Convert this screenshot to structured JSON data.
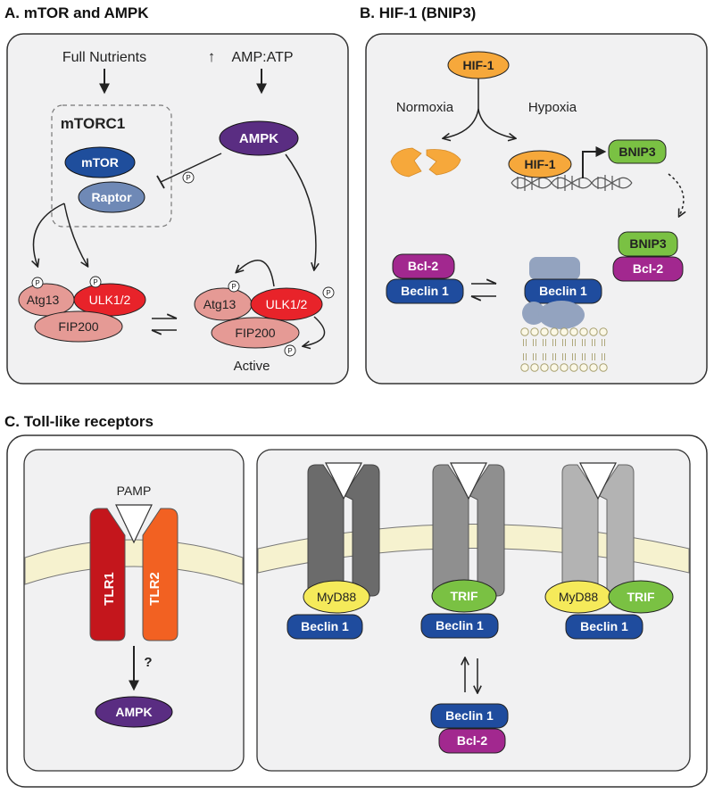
{
  "panel_a": {
    "title": "A. mTOR and AMPK",
    "full_nutrients": "Full Nutrients",
    "amp_atp": "AMP:ATP",
    "up_arrow": "↑",
    "mtorc1": "mTORC1",
    "mtor": "mTOR",
    "raptor": "Raptor",
    "ampk": "AMPK",
    "atg13": "Atg13",
    "ulk": "ULK1/2",
    "fip200": "FIP200",
    "active": "Active",
    "phospho": "P"
  },
  "panel_b": {
    "title": "B. HIF-1 (BNIP3)",
    "hif1": "HIF-1",
    "normoxia": "Normoxia",
    "hypoxia": "Hypoxia",
    "bnip3": "BNIP3",
    "bcl2": "Bcl-2",
    "beclin1": "Beclin 1"
  },
  "panel_c": {
    "title": "C. Toll-like receptors",
    "pamp": "PAMP",
    "tlr1": "TLR1",
    "tlr2": "TLR2",
    "question": "?",
    "ampk": "AMPK",
    "myd88": "MyD88",
    "trif": "TRIF",
    "beclin1": "Beclin 1",
    "bcl2": "Bcl-2"
  },
  "colors": {
    "panel_bg": "#f1f1f2",
    "ampk_purple": "#5a2d82",
    "mtor_blue": "#1f4e9c",
    "raptor_blue": "#6f89b6",
    "ulk_red": "#e8232a",
    "atg13_pink": "#e59a95",
    "hif_orange": "#f6a83b",
    "bnip3_green": "#7ac143",
    "bcl2_magenta": "#a2288f",
    "beclin_blue": "#1f4c9e",
    "myd88_yellow": "#f5ea5a",
    "trif_green": "#7ac143",
    "tlr1_red": "#c4161c",
    "tlr2_orange": "#f26122",
    "membrane": "#f6f2cf"
  }
}
